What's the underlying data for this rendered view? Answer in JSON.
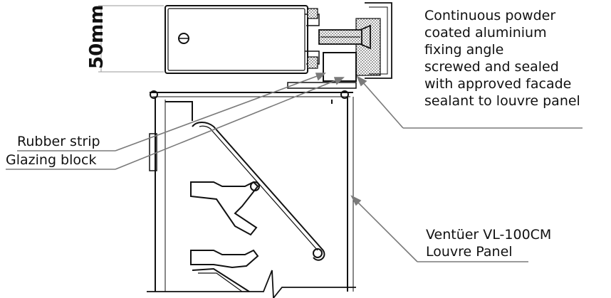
{
  "dimension": {
    "label": "50mm"
  },
  "callouts": {
    "fixing_angle": {
      "lines": [
        "Continuous powder",
        "coated aluminium",
        "fixing angle",
        "screwed and sealed",
        "with approved facade",
        "sealant to louvre panel"
      ]
    },
    "rubber_strip": "Rubber strip",
    "glazing_block": "Glazing block",
    "louvre_panel": {
      "line1": "Ventüer VL-100CM",
      "line2": "Louvre Panel"
    }
  },
  "colors": {
    "line": "#111111",
    "leader": "#7a7a7a",
    "hatch": "#444444"
  }
}
